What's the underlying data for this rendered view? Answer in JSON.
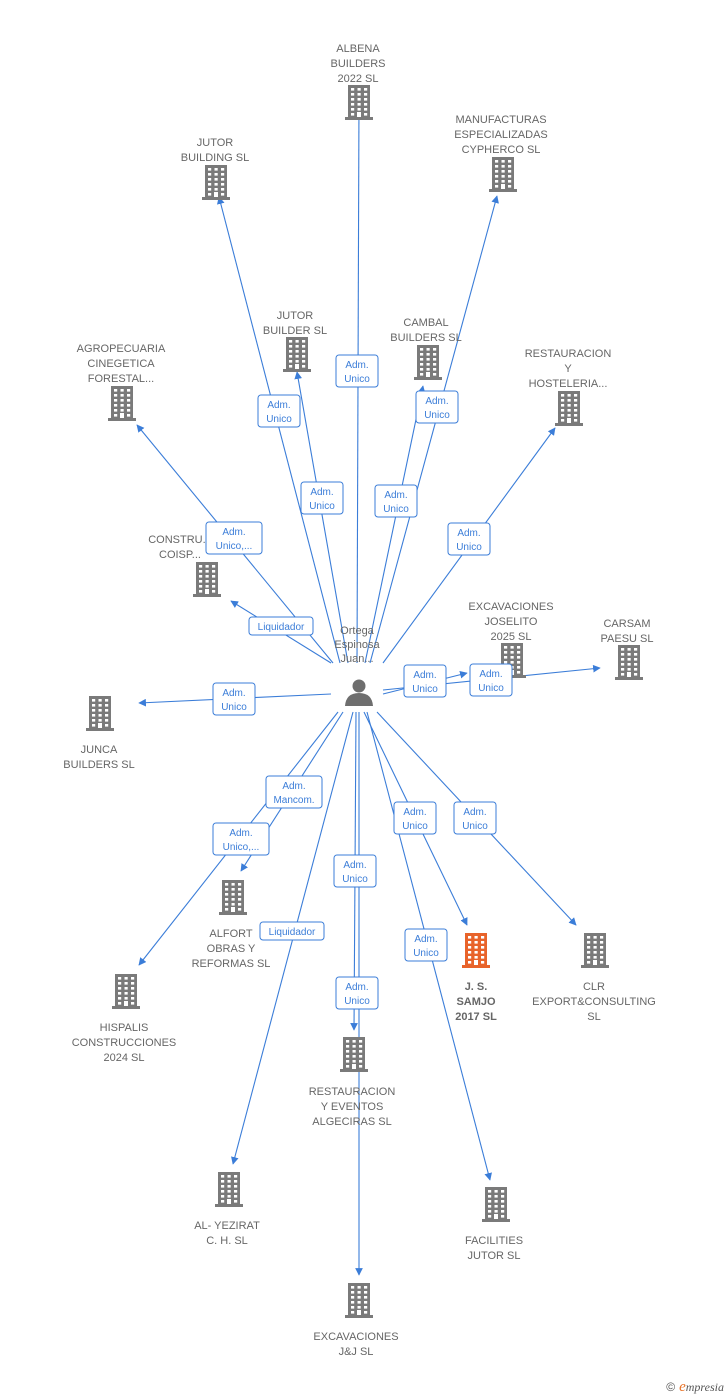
{
  "colors": {
    "accent": "#3b7dd8",
    "building": "#7a7a7a",
    "highlight": "#e8632a",
    "label": "#666666"
  },
  "person": {
    "name_lines": [
      "Ortega",
      "Espinosa",
      "Juan..."
    ],
    "icon": "person-icon"
  },
  "companies": [
    {
      "id": "albena",
      "lines": [
        "ALBENA",
        "BUILDERS",
        "2022  SL"
      ]
    },
    {
      "id": "manufacturas",
      "lines": [
        "MANUFACTURAS",
        "ESPECIALIZADAS",
        "CYPHERCO  SL"
      ]
    },
    {
      "id": "jutor-building",
      "lines": [
        "JUTOR",
        "BUILDING  SL"
      ]
    },
    {
      "id": "jutor-builder",
      "lines": [
        "JUTOR",
        "BUILDER  SL"
      ]
    },
    {
      "id": "cambal",
      "lines": [
        "CAMBAL",
        "BUILDERS  SL"
      ]
    },
    {
      "id": "restauracion-hosteleria",
      "lines": [
        "RESTAURACION",
        "Y",
        "HOSTELERIA..."
      ]
    },
    {
      "id": "agropecuaria",
      "lines": [
        "AGROPECUARIA",
        "CINEGETICA",
        "FORESTAL..."
      ]
    },
    {
      "id": "construcciones-coisp",
      "lines": [
        "CONSTRU...",
        "COISP..."
      ]
    },
    {
      "id": "excavaciones-joselito",
      "lines": [
        "EXCAVACIONES",
        "JOSELITO",
        "2025  SL"
      ]
    },
    {
      "id": "carsam",
      "lines": [
        "CARSAM",
        "PAESU  SL"
      ]
    },
    {
      "id": "junca",
      "lines": [
        "JUNCA",
        "BUILDERS  SL"
      ]
    },
    {
      "id": "alfort",
      "lines": [
        "ALFORT",
        "OBRAS Y",
        "REFORMAS  SL"
      ]
    },
    {
      "id": "hispalis",
      "lines": [
        "HISPALIS",
        "CONSTRUCCIONES",
        "2024  SL"
      ]
    },
    {
      "id": "js-samjo",
      "lines": [
        "J.  S.",
        "SAMJO",
        "2017  SL"
      ],
      "highlight": true
    },
    {
      "id": "clr",
      "lines": [
        "CLR",
        "EXPORT&CONSULTING",
        "SL"
      ]
    },
    {
      "id": "restauracion-eventos",
      "lines": [
        "RESTAURACION",
        "Y EVENTOS",
        "ALGECIRAS SL"
      ]
    },
    {
      "id": "al-yezirat",
      "lines": [
        "AL- YEZIRAT",
        "C. H.  SL"
      ]
    },
    {
      "id": "facilities",
      "lines": [
        "FACILITIES",
        "JUTOR  SL"
      ]
    },
    {
      "id": "excavaciones-jj",
      "lines": [
        "EXCAVACIONES",
        "J&J  SL"
      ]
    }
  ],
  "relations": [
    {
      "target": "albena",
      "lines": [
        "Adm.",
        "Unico"
      ]
    },
    {
      "target": "manufacturas",
      "lines": [
        "Adm.",
        "Unico"
      ]
    },
    {
      "target": "jutor-building",
      "lines": [
        "Adm.",
        "Unico"
      ]
    },
    {
      "target": "jutor-builder",
      "lines": [
        "Adm.",
        "Unico"
      ]
    },
    {
      "target": "cambal",
      "lines": [
        "Adm.",
        "Unico"
      ]
    },
    {
      "target": "restauracion-hosteleria",
      "lines": [
        "Adm.",
        "Unico"
      ]
    },
    {
      "target": "agropecuaria",
      "lines": [
        "Adm.",
        "Unico,..."
      ]
    },
    {
      "target": "construcciones-coisp",
      "lines": [
        "Liquidador"
      ]
    },
    {
      "target": "excavaciones-joselito",
      "lines": [
        "Adm.",
        "Unico"
      ]
    },
    {
      "target": "carsam",
      "lines": [
        "Adm.",
        "Unico"
      ]
    },
    {
      "target": "junca",
      "lines": [
        "Adm.",
        "Unico"
      ]
    },
    {
      "target": "alfort",
      "lines": [
        "Adm.",
        "Mancom."
      ]
    },
    {
      "target": "hispalis",
      "lines": [
        "Adm.",
        "Unico,..."
      ]
    },
    {
      "target": "js-samjo",
      "lines": [
        "Adm.",
        "Unico"
      ]
    },
    {
      "target": "clr",
      "lines": [
        "Adm.",
        "Unico"
      ]
    },
    {
      "target": "restauracion-eventos",
      "lines": [
        "Adm.",
        "Unico"
      ]
    },
    {
      "target": "al-yezirat",
      "lines": [
        "Liquidador"
      ]
    },
    {
      "target": "facilities",
      "lines": [
        "Adm.",
        "Unico"
      ]
    },
    {
      "target": "excavaciones-jj",
      "lines": [
        "Adm.",
        "Unico"
      ]
    }
  ],
  "footer": {
    "copyright": "©",
    "brand_initial": "e",
    "brand_rest": "mpresia"
  }
}
